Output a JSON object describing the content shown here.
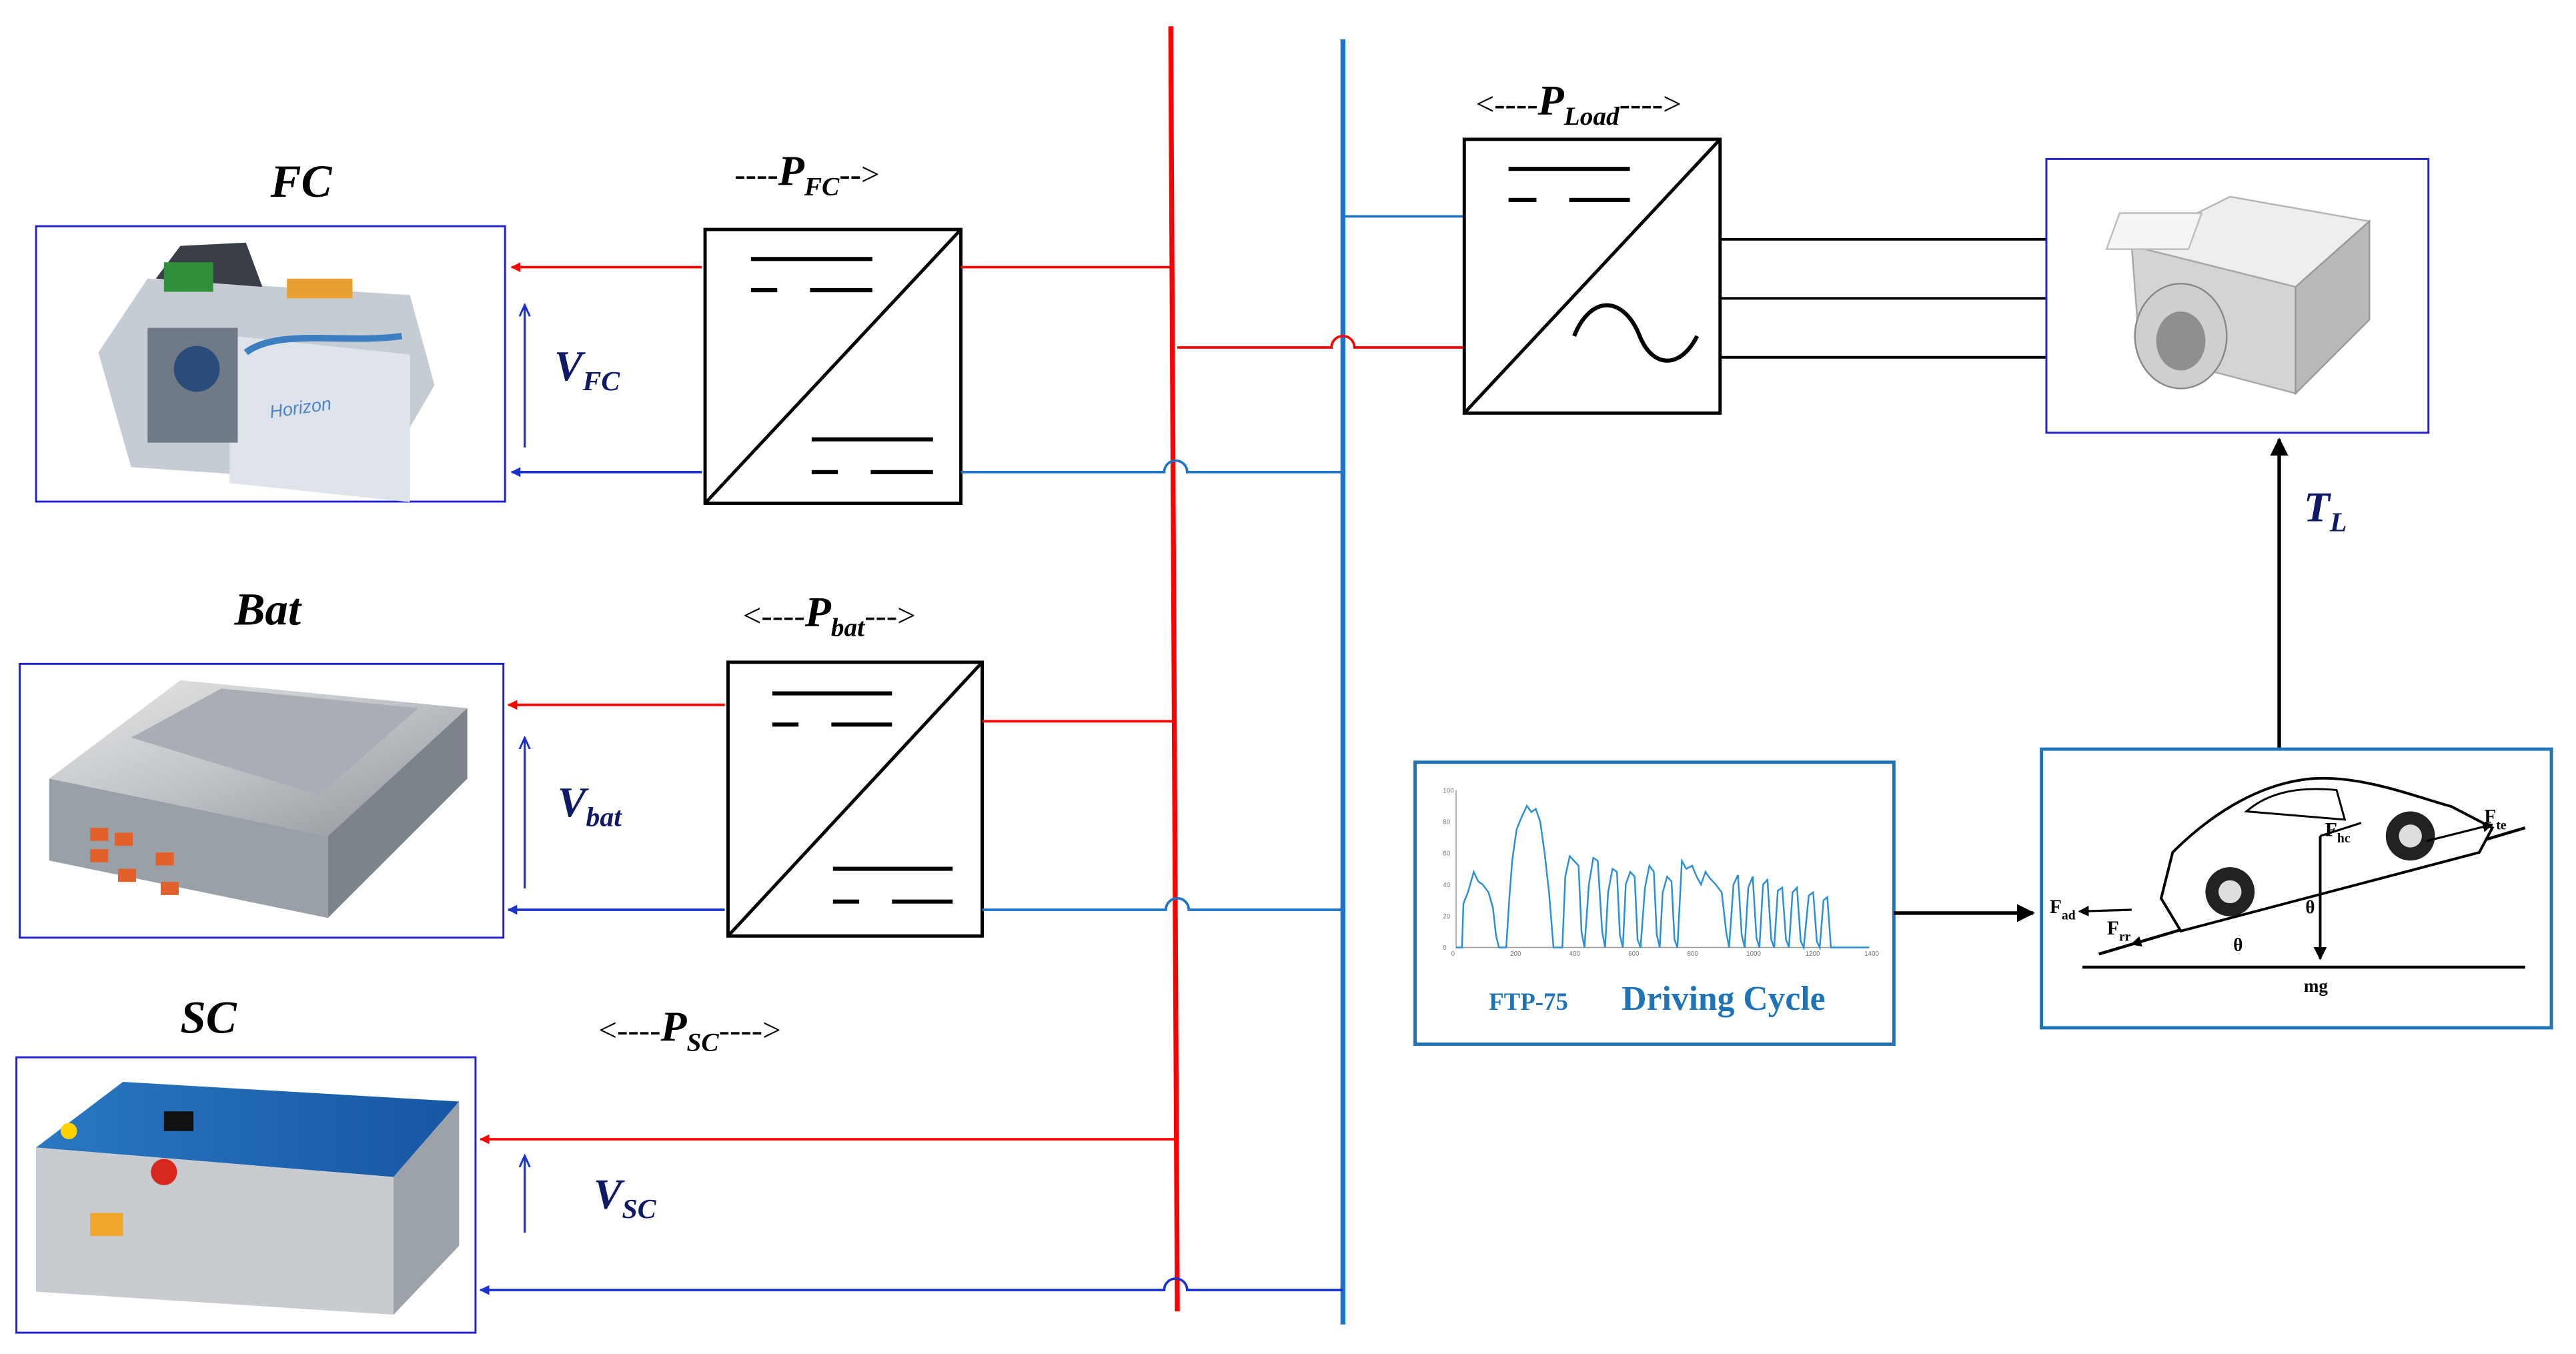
{
  "sources": {
    "fc": {
      "title": "FC",
      "voltage_main": "V",
      "voltage_sub": "FC"
    },
    "bat": {
      "title": "Bat",
      "voltage_main": "V",
      "voltage_sub": "bat"
    },
    "sc": {
      "title": "SC",
      "voltage_main": "V",
      "voltage_sub": "SC"
    }
  },
  "power_labels": {
    "fc": {
      "prefix": "----",
      "main": "P",
      "sub": "FC",
      "suffix": "-->"
    },
    "bat": {
      "prefix": "<----",
      "main": "P",
      "sub": "bat",
      "suffix": "--->"
    },
    "sc": {
      "prefix": "<----",
      "main": "P",
      "sub": "SC",
      "suffix": "---->"
    },
    "load": {
      "prefix": "<----",
      "main": "P",
      "sub": "Load",
      "suffix": "---->"
    }
  },
  "torque": {
    "main": "T",
    "sub": "L"
  },
  "driving_cycle": {
    "name": "FTP-75",
    "title": "Driving Cycle",
    "y_ticks": [
      "100",
      "80",
      "60",
      "40",
      "20",
      "0"
    ],
    "x_ticks": [
      "0",
      "200",
      "400",
      "600",
      "800",
      "1000",
      "1200",
      "1400"
    ]
  },
  "vehicle_forces": {
    "f_ad": {
      "main": "F",
      "sub": "ad"
    },
    "f_rr": {
      "main": "F",
      "sub": "rr"
    },
    "f_hc": {
      "main": "F",
      "sub": "hc"
    },
    "f_te": {
      "main": "F",
      "sub": "te"
    },
    "theta": "θ",
    "mg": "mg"
  },
  "chart_data": {
    "type": "line",
    "title": "Driving Cycle",
    "subtitle": "FTP-75",
    "xlabel": "",
    "ylabel": "",
    "xlim": [
      0,
      1400
    ],
    "ylim": [
      0,
      100
    ],
    "x_ticks": [
      0,
      200,
      400,
      600,
      800,
      1000,
      1200,
      1400
    ],
    "y_ticks": [
      0,
      20,
      40,
      60,
      80,
      100
    ],
    "series": [
      {
        "values": [
          [
            0,
            0
          ],
          [
            20,
            0
          ],
          [
            25,
            28
          ],
          [
            40,
            35
          ],
          [
            60,
            48
          ],
          [
            75,
            42
          ],
          [
            90,
            40
          ],
          [
            110,
            35
          ],
          [
            125,
            25
          ],
          [
            135,
            8
          ],
          [
            145,
            0
          ],
          [
            170,
            0
          ],
          [
            180,
            30
          ],
          [
            190,
            55
          ],
          [
            205,
            75
          ],
          [
            220,
            82
          ],
          [
            240,
            90
          ],
          [
            255,
            86
          ],
          [
            270,
            88
          ],
          [
            285,
            80
          ],
          [
            300,
            60
          ],
          [
            315,
            35
          ],
          [
            330,
            0
          ],
          [
            360,
            0
          ],
          [
            370,
            45
          ],
          [
            385,
            58
          ],
          [
            400,
            55
          ],
          [
            415,
            52
          ],
          [
            425,
            10
          ],
          [
            435,
            0
          ],
          [
            450,
            40
          ],
          [
            465,
            57
          ],
          [
            480,
            55
          ],
          [
            495,
            10
          ],
          [
            505,
            0
          ],
          [
            515,
            35
          ],
          [
            530,
            50
          ],
          [
            545,
            48
          ],
          [
            555,
            8
          ],
          [
            565,
            0
          ],
          [
            575,
            40
          ],
          [
            590,
            48
          ],
          [
            605,
            45
          ],
          [
            615,
            5
          ],
          [
            625,
            0
          ],
          [
            640,
            38
          ],
          [
            655,
            52
          ],
          [
            670,
            48
          ],
          [
            680,
            8
          ],
          [
            690,
            0
          ],
          [
            700,
            35
          ],
          [
            715,
            45
          ],
          [
            730,
            42
          ],
          [
            740,
            5
          ],
          [
            750,
            0
          ],
          [
            765,
            55
          ],
          [
            780,
            50
          ],
          [
            800,
            52
          ],
          [
            815,
            45
          ],
          [
            830,
            40
          ],
          [
            845,
            48
          ],
          [
            860,
            44
          ],
          [
            880,
            40
          ],
          [
            900,
            35
          ],
          [
            915,
            10
          ],
          [
            925,
            0
          ],
          [
            940,
            40
          ],
          [
            955,
            46
          ],
          [
            968,
            8
          ],
          [
            978,
            0
          ],
          [
            990,
            38
          ],
          [
            1005,
            45
          ],
          [
            1018,
            6
          ],
          [
            1028,
            0
          ],
          [
            1040,
            40
          ],
          [
            1055,
            43
          ],
          [
            1068,
            5
          ],
          [
            1078,
            0
          ],
          [
            1090,
            36
          ],
          [
            1105,
            38
          ],
          [
            1118,
            5
          ],
          [
            1128,
            0
          ],
          [
            1140,
            35
          ],
          [
            1155,
            38
          ],
          [
            1168,
            4
          ],
          [
            1178,
            0
          ],
          [
            1195,
            33
          ],
          [
            1210,
            35
          ],
          [
            1222,
            4
          ],
          [
            1232,
            0
          ],
          [
            1245,
            30
          ],
          [
            1258,
            32
          ],
          [
            1270,
            0
          ],
          [
            1400,
            0
          ]
        ]
      }
    ]
  }
}
